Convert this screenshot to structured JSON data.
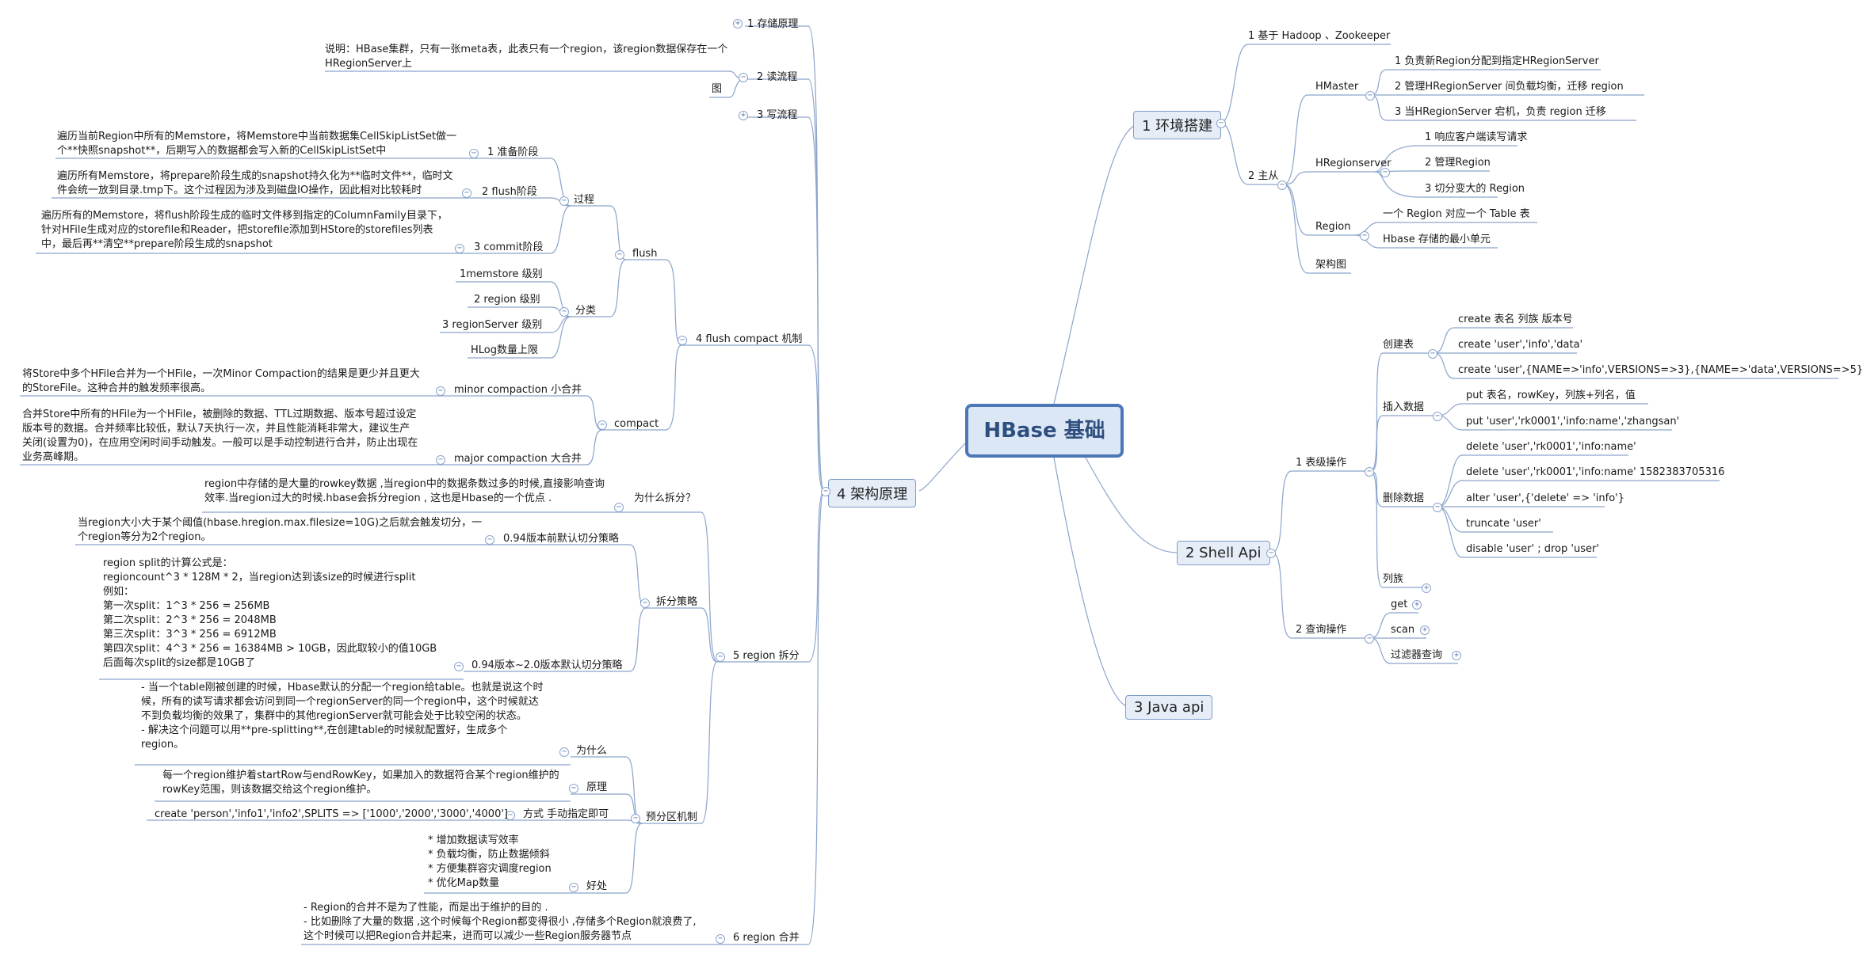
{
  "center": "HBase 基础",
  "branches": [
    {
      "id": "env",
      "label": "1 环境搭建"
    },
    {
      "id": "shell",
      "label": "2 Shell Api"
    },
    {
      "id": "java",
      "label": "3 Java api"
    },
    {
      "id": "arch",
      "label": "4 架构原理"
    }
  ],
  "env": {
    "base": "1 基于 Hadoop 、Zookeeper",
    "master_slave": "2 主从",
    "hmaster": "HMaster",
    "hmaster_items": [
      "1 负责新Region分配到指定HRegionServer",
      "2 管理HRegionServer 间负载均衡，迁移 region",
      "3 当HRegionServer 宕机，负责 region 迁移"
    ],
    "hregionserver": "HRegionserver",
    "hregionserver_items": [
      "1 响应客户端读写请求",
      "2 管理Region",
      "3 切分变大的 Region"
    ],
    "region": "Region",
    "region_items": [
      "一个 Region 对应一个 Table 表",
      "Hbase 存储的最小单元"
    ],
    "arch_diagram": "架构图"
  },
  "shell": {
    "table_ops": "1 表级操作",
    "create": "创建表",
    "create_items": [
      "create 表名 列族 版本号",
      "create 'user','info','data'",
      "create 'user',{NAME=>'info',VERSIONS=>3},{NAME=>'data',VERSIONS=>5}"
    ],
    "insert": "插入数据",
    "insert_items": [
      "put 表名，rowKey，列族+列名，值",
      "put 'user','rk0001','info:name','zhangsan'"
    ],
    "delete": "删除数据",
    "delete_items": [
      "delete 'user','rk0001','info:name'",
      "delete 'user','rk0001','info:name' 1582383705316",
      "alter 'user',{'delete' => 'info'}",
      "truncate 'user'",
      "disable 'user' ; drop 'user'"
    ],
    "family": "列族",
    "query_ops": "2 查询操作",
    "get": "get",
    "scan": "scan",
    "filter": "过滤器查询"
  },
  "arch": {
    "storage": "1 存储原理",
    "read": "2 读流程",
    "read_note": "说明：HBase集群，只有一张meta表，此表只有一个region，该region数据保存在一个\nHRegionServer上",
    "read_fig": "图",
    "write": "3 写流程",
    "flush_compact": "4 flush compact 机制",
    "flush": "flush",
    "process": "过程",
    "prepare": "1 准备阶段",
    "prepare_note": "遍历当前Region中所有的Memstore，将Memstore中当前数据集CellSkipListSet做一\n个**快照snapshot**，后期写入的数据都会写入新的CellSkipListSet中",
    "flush_stage": "2 flush阶段",
    "flush_note": "遍历所有Memstore，将prepare阶段生成的snapshot持久化为**临时文件**，临时文\n件会统一放到目录.tmp下。这个过程因为涉及到磁盘IO操作，因此相对比较耗时",
    "commit": "3 commit阶段",
    "commit_note": "遍历所有的Memstore，将flush阶段生成的临时文件移到指定的ColumnFamily目录下，\n针对HFile生成对应的storefile和Reader，把storefile添加到HStore的storefiles列表\n中，最后再**清空**prepare阶段生成的snapshot",
    "classify": "分类",
    "classify_items": [
      "1memstore 级别",
      "2 region 级别",
      "3 regionServer 级别",
      "HLog数量上限"
    ],
    "compact": "compact",
    "minor": "minor compaction 小合并",
    "minor_note": "将Store中多个HFile合并为一个HFile，一次Minor Compaction的结果是更少并且更大\n的StoreFile。这种合并的触发频率很高。",
    "major": "major compaction 大合并",
    "major_note": "合并Store中所有的HFile为一个HFile，被删除的数据、TTL过期数据、版本号超过设定\n版本号的数据。合并频率比较低，默认7天执行一次，并且性能消耗非常大，建议生产\n关闭(设置为0)，在应用空闲时间手动触发。一般可以是手动控制进行合并，防止出现在\n业务高峰期。",
    "split": "5 region 拆分",
    "why_split": "为什么拆分？",
    "why_split_note": "region中存储的是大量的rowkey数据 ,当region中的数据条数过多的时候,直接影响查询\n效率.当region过大的时候.hbase会拆分region , 这也是Hbase的一个优点 .",
    "strategy": "拆分策略",
    "s094": "0.94版本前默认切分策略",
    "s094_note": "当region大小大于某个阈值(hbase.hregion.max.filesize=10G)之后就会触发切分，一\n个region等分为2个region。",
    "s020": "0.94版本~2.0版本默认切分策略",
    "s020_note": "region split的计算公式是：\nregioncount^3 * 128M * 2，当region达到该size的时候进行split\n例如：\n第一次split：1^3 * 256 = 256MB\n第二次split：2^3 * 256 = 2048MB\n第三次split：3^3 * 256 = 6912MB\n第四次split：4^3 * 256 = 16384MB > 10GB，因此取较小的值10GB\n后面每次split的size都是10GB了",
    "presplit": "预分区机制",
    "why": "为什么",
    "why_note": "- 当一个table刚被创建的时候，Hbase默认的分配一个region给table。也就是说这个时\n候，所有的读写请求都会访问到同一个regionServer的同一个region中，这个时候就达\n不到负载均衡的效果了，集群中的其他regionServer就可能会处于比较空闲的状态。\n- 解决这个问题可以用**pre-splitting**,在创建table的时候就配置好，生成多个\nregion。",
    "principle": "原理",
    "principle_note": "每一个region维护着startRow与endRowKey，如果加入的数据符合某个region维护的\nrowKey范围，则该数据交给这个region维护。",
    "method": "方式 手动指定即可",
    "method_note": "create 'person','info1','info2',SPLITS => ['1000','2000','3000','4000']",
    "benefit": "好处",
    "benefit_note": "* 增加数据读写效率\n* 负载均衡，防止数据倾斜\n* 方便集群容灾调度region\n* 优化Map数量",
    "merge": "6 region 合并",
    "merge_note": "- Region的合并不是为了性能，而是出于维护的目的 .\n- 比如删除了大量的数据 ,这个时候每个Region都变得很小 ,存储多个Region就浪费了,\n这个时候可以把Region合并起来，进而可以减少一些Region服务器节点"
  },
  "colors": {
    "line": "#6f8fbf",
    "center_border": "#4c77b4",
    "center_fill": "#dce7f5",
    "branch_fill": "#e6edf7"
  },
  "toggle_symbols": {
    "collapse": "−",
    "expand": "+"
  }
}
